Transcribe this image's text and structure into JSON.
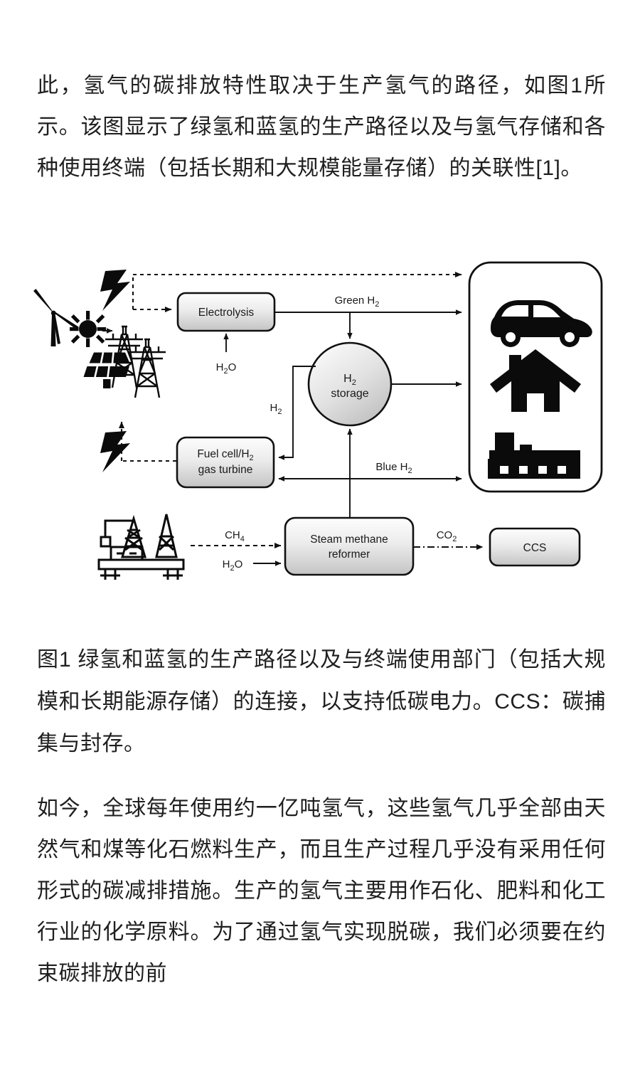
{
  "document": {
    "paragraph_top": "此，氢气的碳排放特性取决于生产氢气的路径，如图1所示。该图显示了绿氢和蓝氢的生产路径以及与氢气存储和各种使用终端（包括长期和大规模能量存储）的关联性[1]。",
    "figure_caption": "图1 绿氢和蓝氢的生产路径以及与终端使用部门（包括大规模和长期能源存储）的连接，以支持低碳电力。CCS：碳捕集与封存。",
    "paragraph_bottom": "如今，全球每年使用约一亿吨氢气，这些氢气几乎全部由天然气和煤等化石燃料生产，而且生产过程几乎没有采用任何形式的碳减排措施。生产的氢气主要用作石化、肥料和化工行业的化学原料。为了通过氢气实现脱碳，我们必须要在约束碳排放的前"
  },
  "figure": {
    "nodes": {
      "electrolysis": "Electrolysis",
      "fuel_cell_line1": "Fuel cell/H",
      "fuel_cell_sub1": "2",
      "fuel_cell_line2": "gas turbine",
      "h2_storage_line1": "H",
      "h2_storage_sub": "2",
      "h2_storage_line2": "storage",
      "smr_line1": "Steam methane",
      "smr_line2": "reformer",
      "ccs": "CCS"
    },
    "edge_labels": {
      "water_to_electrolysis": "H",
      "water_to_electrolysis_sub": "2",
      "water_to_electrolysis_tail": "O",
      "green_h2": "Green H",
      "green_h2_sub": "2",
      "blue_h2": "Blue H",
      "blue_h2_sub": "2",
      "h2_return": "H",
      "h2_return_sub": "2",
      "methane": "CH",
      "methane_sub": "4",
      "water_to_smr": "H",
      "water_to_smr_sub": "2",
      "water_to_smr_tail": "O",
      "co2": "CO",
      "co2_sub": "2"
    },
    "icons": {
      "wind_turbine": "wind-turbine-icon",
      "sun": "sun-icon",
      "solar_panel": "solar-panel-icon",
      "pylon": "transmission-tower-icon",
      "lightning_top": "lightning-bolt-icon",
      "lightning_bottom": "lightning-bolt-icon",
      "oil_rig": "oil-rig-icon",
      "car": "car-icon",
      "house": "house-icon",
      "factory": "factory-icon"
    },
    "colors": {
      "node_fill_top": "#fdfdfd",
      "node_fill_bottom": "#c9c9c9",
      "stroke": "#111111",
      "text": "#1a1a1a",
      "background": "#ffffff"
    }
  }
}
